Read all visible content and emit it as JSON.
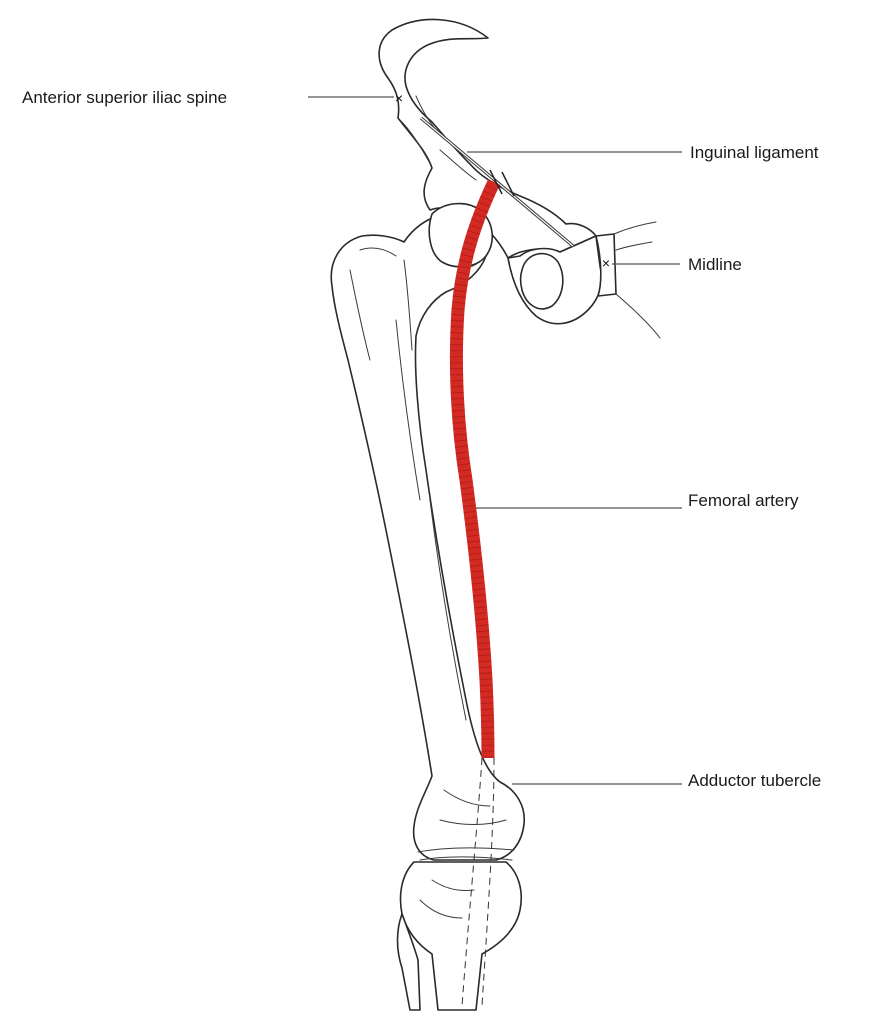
{
  "labels": {
    "asis": "Anterior superior iliac spine",
    "inguinal": "Inguinal ligament",
    "midline": "Midline",
    "femoral": "Femoral artery",
    "adductor": "Adductor tubercle"
  },
  "marks": {
    "asis_marker": "×",
    "midline_marker": "×"
  },
  "colors": {
    "artery": "#d42a24",
    "artery_stripe": "#9c1410",
    "bone_outline": "#2a2a2a",
    "leader_line": "#555555",
    "background": "#ffffff"
  }
}
